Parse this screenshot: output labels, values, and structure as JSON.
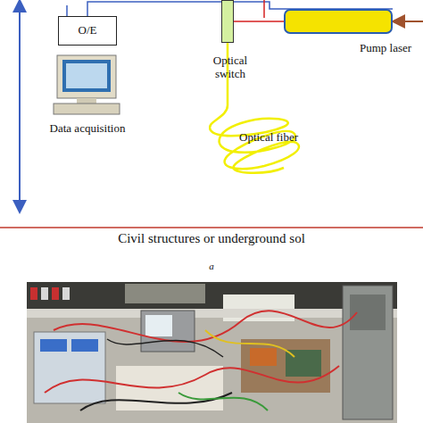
{
  "diagram": {
    "nodes": [
      {
        "text": [
          "O/E"
        ]
      },
      {
        "text": [
          "Data acquisition"
        ]
      },
      {
        "text": [
          "Optical switch"
        ]
      },
      {
        "text": [
          "Pump laser"
        ]
      }
    ],
    "edges": [
      {
        "from": 2,
        "to": 3,
        "arrow": "none"
      }
    ],
    "labels": [
      "Optical fiber",
      "Civil structures or underground sol",
      "a"
    ]
  }
}
